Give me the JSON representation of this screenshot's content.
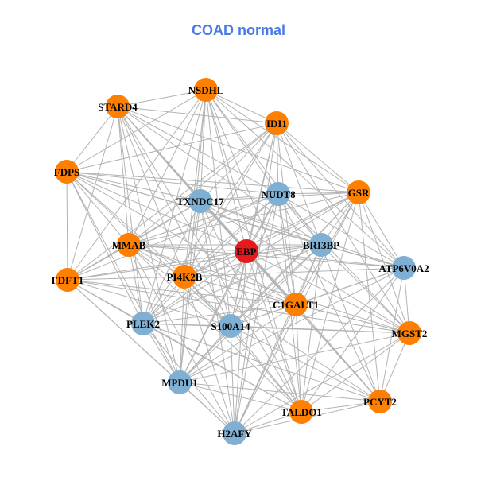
{
  "title": "COAD normal",
  "title_color": "#4a7ae8",
  "colors": {
    "orange": "#ff7f00",
    "blue": "#7fafd2",
    "red": "#e41a1c",
    "edge": "#b3b3b3"
  },
  "nodes": [
    {
      "id": "NSDHL",
      "group": "orange"
    },
    {
      "id": "STARD4",
      "group": "orange"
    },
    {
      "id": "IDI1",
      "group": "orange"
    },
    {
      "id": "FDPS",
      "group": "orange"
    },
    {
      "id": "TXNDC17",
      "group": "blue"
    },
    {
      "id": "NUDT8",
      "group": "blue"
    },
    {
      "id": "GSR",
      "group": "orange"
    },
    {
      "id": "MMAB",
      "group": "orange"
    },
    {
      "id": "EBP",
      "group": "red"
    },
    {
      "id": "BRI3BP",
      "group": "blue"
    },
    {
      "id": "ATP6V0A2",
      "group": "blue"
    },
    {
      "id": "FDFT1",
      "group": "orange"
    },
    {
      "id": "PI4K2B",
      "group": "orange"
    },
    {
      "id": "C1GALT1",
      "group": "orange"
    },
    {
      "id": "PLEK2",
      "group": "blue"
    },
    {
      "id": "S100A14",
      "group": "blue"
    },
    {
      "id": "MGST2",
      "group": "orange"
    },
    {
      "id": "MPDU1",
      "group": "blue"
    },
    {
      "id": "PCYT2",
      "group": "orange"
    },
    {
      "id": "TALDO1",
      "group": "orange"
    },
    {
      "id": "H2AFY",
      "group": "blue"
    }
  ],
  "edges": [
    [
      "NSDHL",
      "STARD4"
    ],
    [
      "NSDHL",
      "IDI1"
    ],
    [
      "NSDHL",
      "FDPS"
    ],
    [
      "NSDHL",
      "TXNDC17"
    ],
    [
      "NSDHL",
      "NUDT8"
    ],
    [
      "NSDHL",
      "GSR"
    ],
    [
      "NSDHL",
      "MMAB"
    ],
    [
      "NSDHL",
      "EBP"
    ],
    [
      "NSDHL",
      "BRI3BP"
    ],
    [
      "NSDHL",
      "PI4K2B"
    ],
    [
      "NSDHL",
      "C1GALT1"
    ],
    [
      "NSDHL",
      "PLEK2"
    ],
    [
      "NSDHL",
      "S100A14"
    ],
    [
      "NSDHL",
      "MPDU1"
    ],
    [
      "NSDHL",
      "TALDO1"
    ],
    [
      "NSDHL",
      "FDFT1"
    ],
    [
      "NSDHL",
      "ATP6V0A2"
    ],
    [
      "STARD4",
      "IDI1"
    ],
    [
      "STARD4",
      "FDPS"
    ],
    [
      "STARD4",
      "TXNDC17"
    ],
    [
      "STARD4",
      "NUDT8"
    ],
    [
      "STARD4",
      "GSR"
    ],
    [
      "STARD4",
      "MMAB"
    ],
    [
      "STARD4",
      "EBP"
    ],
    [
      "STARD4",
      "PI4K2B"
    ],
    [
      "STARD4",
      "C1GALT1"
    ],
    [
      "STARD4",
      "PLEK2"
    ],
    [
      "STARD4",
      "S100A14"
    ],
    [
      "STARD4",
      "FDFT1"
    ],
    [
      "STARD4",
      "MPDU1"
    ],
    [
      "STARD4",
      "BRI3BP"
    ],
    [
      "STARD4",
      "TALDO1"
    ],
    [
      "IDI1",
      "FDPS"
    ],
    [
      "IDI1",
      "TXNDC17"
    ],
    [
      "IDI1",
      "NUDT8"
    ],
    [
      "IDI1",
      "GSR"
    ],
    [
      "IDI1",
      "MMAB"
    ],
    [
      "IDI1",
      "EBP"
    ],
    [
      "IDI1",
      "BRI3BP"
    ],
    [
      "IDI1",
      "PI4K2B"
    ],
    [
      "IDI1",
      "C1GALT1"
    ],
    [
      "IDI1",
      "S100A14"
    ],
    [
      "IDI1",
      "PLEK2"
    ],
    [
      "IDI1",
      "ATP6V0A2"
    ],
    [
      "IDI1",
      "MGST2"
    ],
    [
      "IDI1",
      "H2AFY"
    ],
    [
      "IDI1",
      "FDFT1"
    ],
    [
      "FDPS",
      "TXNDC17"
    ],
    [
      "FDPS",
      "NUDT8"
    ],
    [
      "FDPS",
      "GSR"
    ],
    [
      "FDPS",
      "MMAB"
    ],
    [
      "FDPS",
      "EBP"
    ],
    [
      "FDPS",
      "BRI3BP"
    ],
    [
      "FDPS",
      "FDFT1"
    ],
    [
      "FDPS",
      "PI4K2B"
    ],
    [
      "FDPS",
      "C1GALT1"
    ],
    [
      "FDPS",
      "PLEK2"
    ],
    [
      "FDPS",
      "S100A14"
    ],
    [
      "FDPS",
      "MPDU1"
    ],
    [
      "FDPS",
      "ATP6V0A2"
    ],
    [
      "TXNDC17",
      "NUDT8"
    ],
    [
      "TXNDC17",
      "GSR"
    ],
    [
      "TXNDC17",
      "MMAB"
    ],
    [
      "TXNDC17",
      "EBP"
    ],
    [
      "TXNDC17",
      "BRI3BP"
    ],
    [
      "TXNDC17",
      "PI4K2B"
    ],
    [
      "TXNDC17",
      "C1GALT1"
    ],
    [
      "TXNDC17",
      "PLEK2"
    ],
    [
      "TXNDC17",
      "S100A14"
    ],
    [
      "TXNDC17",
      "MPDU1"
    ],
    [
      "TXNDC17",
      "H2AFY"
    ],
    [
      "TXNDC17",
      "TALDO1"
    ],
    [
      "TXNDC17",
      "MGST2"
    ],
    [
      "TXNDC17",
      "PCYT2"
    ],
    [
      "TXNDC17",
      "FDFT1"
    ],
    [
      "TXNDC17",
      "ATP6V0A2"
    ],
    [
      "NUDT8",
      "GSR"
    ],
    [
      "NUDT8",
      "MMAB"
    ],
    [
      "NUDT8",
      "EBP"
    ],
    [
      "NUDT8",
      "BRI3BP"
    ],
    [
      "NUDT8",
      "PI4K2B"
    ],
    [
      "NUDT8",
      "C1GALT1"
    ],
    [
      "NUDT8",
      "PLEK2"
    ],
    [
      "NUDT8",
      "S100A14"
    ],
    [
      "NUDT8",
      "MPDU1"
    ],
    [
      "NUDT8",
      "ATP6V0A2"
    ],
    [
      "NUDT8",
      "MGST2"
    ],
    [
      "NUDT8",
      "PCYT2"
    ],
    [
      "NUDT8",
      "TALDO1"
    ],
    [
      "NUDT8",
      "H2AFY"
    ],
    [
      "NUDT8",
      "FDFT1"
    ],
    [
      "GSR",
      "MMAB"
    ],
    [
      "GSR",
      "EBP"
    ],
    [
      "GSR",
      "BRI3BP"
    ],
    [
      "GSR",
      "ATP6V0A2"
    ],
    [
      "GSR",
      "PI4K2B"
    ],
    [
      "GSR",
      "C1GALT1"
    ],
    [
      "GSR",
      "PLEK2"
    ],
    [
      "GSR",
      "S100A14"
    ],
    [
      "GSR",
      "MGST2"
    ],
    [
      "GSR",
      "PCYT2"
    ],
    [
      "GSR",
      "TALDO1"
    ],
    [
      "GSR",
      "MPDU1"
    ],
    [
      "GSR",
      "H2AFY"
    ],
    [
      "MMAB",
      "EBP"
    ],
    [
      "MMAB",
      "BRI3BP"
    ],
    [
      "MMAB",
      "FDFT1"
    ],
    [
      "MMAB",
      "PI4K2B"
    ],
    [
      "MMAB",
      "C1GALT1"
    ],
    [
      "MMAB",
      "PLEK2"
    ],
    [
      "MMAB",
      "S100A14"
    ],
    [
      "MMAB",
      "MPDU1"
    ],
    [
      "MMAB",
      "TALDO1"
    ],
    [
      "MMAB",
      "H2AFY"
    ],
    [
      "MMAB",
      "MGST2"
    ],
    [
      "MMAB",
      "ATP6V0A2"
    ],
    [
      "EBP",
      "BRI3BP"
    ],
    [
      "EBP",
      "ATP6V0A2"
    ],
    [
      "EBP",
      "FDFT1"
    ],
    [
      "EBP",
      "PI4K2B"
    ],
    [
      "EBP",
      "C1GALT1"
    ],
    [
      "EBP",
      "PLEK2"
    ],
    [
      "EBP",
      "S100A14"
    ],
    [
      "EBP",
      "MGST2"
    ],
    [
      "EBP",
      "MPDU1"
    ],
    [
      "EBP",
      "PCYT2"
    ],
    [
      "EBP",
      "TALDO1"
    ],
    [
      "EBP",
      "H2AFY"
    ],
    [
      "BRI3BP",
      "ATP6V0A2"
    ],
    [
      "BRI3BP",
      "FDFT1"
    ],
    [
      "BRI3BP",
      "PI4K2B"
    ],
    [
      "BRI3BP",
      "C1GALT1"
    ],
    [
      "BRI3BP",
      "PLEK2"
    ],
    [
      "BRI3BP",
      "S100A14"
    ],
    [
      "BRI3BP",
      "MGST2"
    ],
    [
      "BRI3BP",
      "MPDU1"
    ],
    [
      "BRI3BP",
      "PCYT2"
    ],
    [
      "BRI3BP",
      "TALDO1"
    ],
    [
      "BRI3BP",
      "H2AFY"
    ],
    [
      "ATP6V0A2",
      "PI4K2B"
    ],
    [
      "ATP6V0A2",
      "C1GALT1"
    ],
    [
      "ATP6V0A2",
      "S100A14"
    ],
    [
      "ATP6V0A2",
      "MGST2"
    ],
    [
      "ATP6V0A2",
      "PCYT2"
    ],
    [
      "ATP6V0A2",
      "TALDO1"
    ],
    [
      "ATP6V0A2",
      "MPDU1"
    ],
    [
      "ATP6V0A2",
      "H2AFY"
    ],
    [
      "FDFT1",
      "PI4K2B"
    ],
    [
      "FDFT1",
      "C1GALT1"
    ],
    [
      "FDFT1",
      "PLEK2"
    ],
    [
      "FDFT1",
      "S100A14"
    ],
    [
      "FDFT1",
      "MPDU1"
    ],
    [
      "FDFT1",
      "TALDO1"
    ],
    [
      "FDFT1",
      "H2AFY"
    ],
    [
      "FDFT1",
      "MGST2"
    ],
    [
      "PI4K2B",
      "C1GALT1"
    ],
    [
      "PI4K2B",
      "PLEK2"
    ],
    [
      "PI4K2B",
      "S100A14"
    ],
    [
      "PI4K2B",
      "MGST2"
    ],
    [
      "PI4K2B",
      "MPDU1"
    ],
    [
      "PI4K2B",
      "PCYT2"
    ],
    [
      "PI4K2B",
      "TALDO1"
    ],
    [
      "PI4K2B",
      "H2AFY"
    ],
    [
      "C1GALT1",
      "PLEK2"
    ],
    [
      "C1GALT1",
      "S100A14"
    ],
    [
      "C1GALT1",
      "MGST2"
    ],
    [
      "C1GALT1",
      "MPDU1"
    ],
    [
      "C1GALT1",
      "PCYT2"
    ],
    [
      "C1GALT1",
      "TALDO1"
    ],
    [
      "C1GALT1",
      "H2AFY"
    ],
    [
      "PLEK2",
      "S100A14"
    ],
    [
      "PLEK2",
      "MGST2"
    ],
    [
      "PLEK2",
      "MPDU1"
    ],
    [
      "PLEK2",
      "PCYT2"
    ],
    [
      "PLEK2",
      "TALDO1"
    ],
    [
      "PLEK2",
      "H2AFY"
    ],
    [
      "S100A14",
      "MGST2"
    ],
    [
      "S100A14",
      "MPDU1"
    ],
    [
      "S100A14",
      "PCYT2"
    ],
    [
      "S100A14",
      "TALDO1"
    ],
    [
      "S100A14",
      "H2AFY"
    ],
    [
      "MGST2",
      "MPDU1"
    ],
    [
      "MGST2",
      "PCYT2"
    ],
    [
      "MGST2",
      "TALDO1"
    ],
    [
      "MGST2",
      "H2AFY"
    ],
    [
      "MPDU1",
      "PCYT2"
    ],
    [
      "MPDU1",
      "TALDO1"
    ],
    [
      "MPDU1",
      "H2AFY"
    ],
    [
      "PCYT2",
      "TALDO1"
    ],
    [
      "PCYT2",
      "H2AFY"
    ],
    [
      "TALDO1",
      "H2AFY"
    ]
  ]
}
